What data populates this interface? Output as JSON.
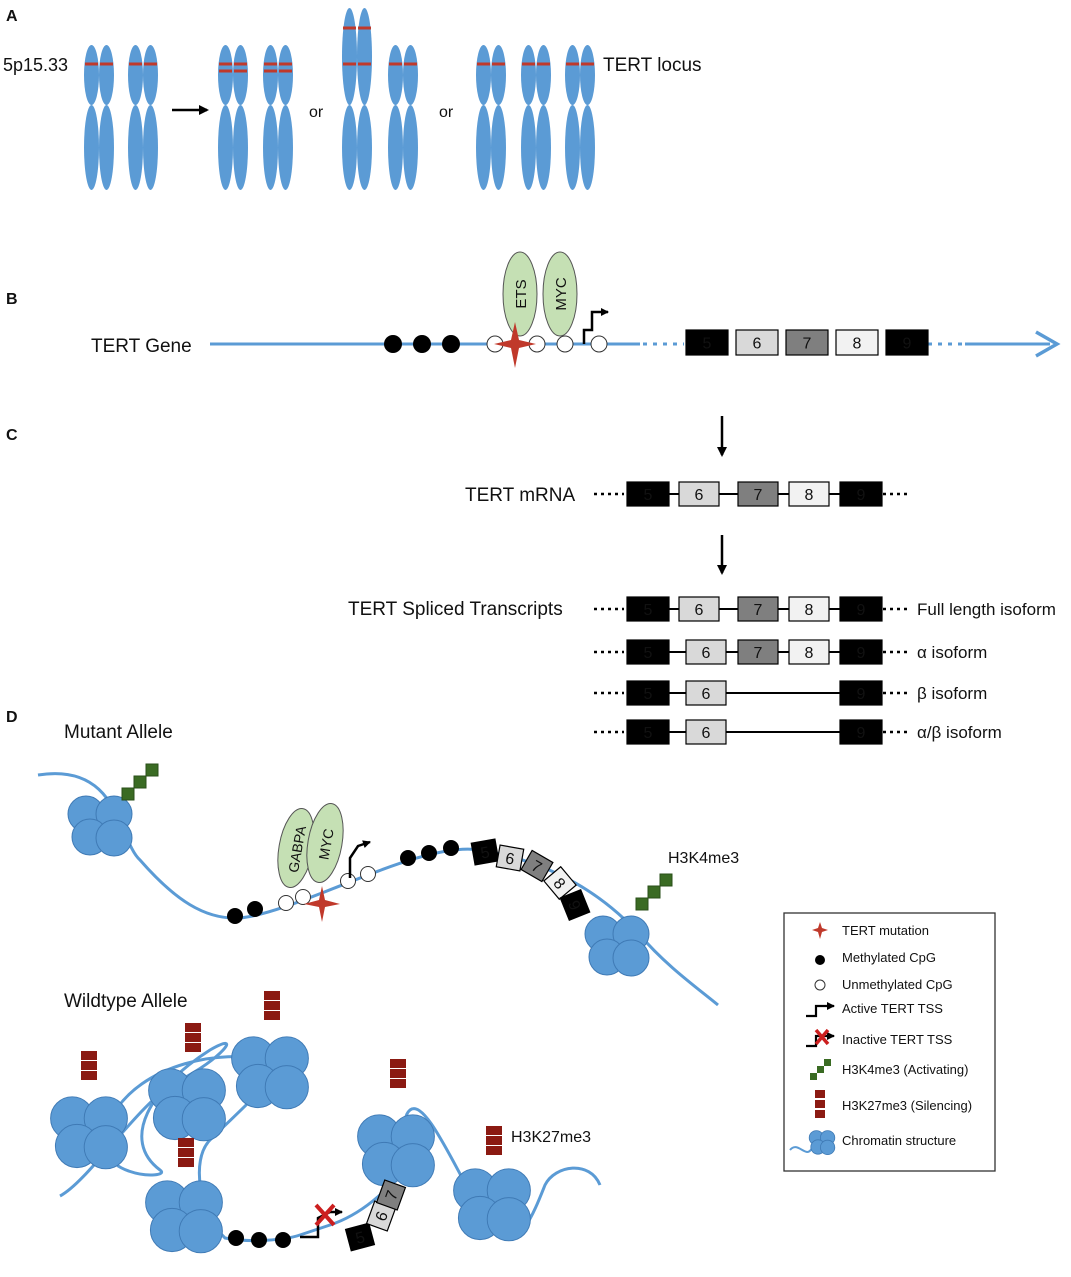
{
  "panels": {
    "a": "A",
    "b": "B",
    "c": "C",
    "d": "D"
  },
  "panel_a": {
    "band_label": "5p15.33",
    "or_1": "or",
    "or_2": "or",
    "locus_label": "TERT locus"
  },
  "panel_b": {
    "gene_label": "TERT Gene",
    "tf_1": "ETS",
    "tf_2": "MYC",
    "exons": [
      "5",
      "6",
      "7",
      "8",
      "9"
    ]
  },
  "panel_c": {
    "mrna_label": "TERT mRNA",
    "mrna_exons": [
      "5",
      "6",
      "7",
      "8",
      "9"
    ],
    "spliced_label": "TERT Spliced Transcripts",
    "isoforms": [
      {
        "name": "Full length  isoform",
        "exons": [
          "5",
          "6",
          "7",
          "8",
          "9"
        ]
      },
      {
        "name": "α isoform",
        "exons": [
          "5",
          "6",
          "7",
          "8",
          "9"
        ]
      },
      {
        "name": "β isoform",
        "exons": [
          "5",
          "6",
          "9"
        ]
      },
      {
        "name": "α/β isoform",
        "exons": [
          "5",
          "6",
          "9"
        ]
      }
    ]
  },
  "panel_d": {
    "mutant_label": "Mutant Allele",
    "wildtype_label": "Wildtype Allele",
    "tf_1": "GABPA",
    "tf_2": "MYC",
    "mutant_exons": [
      "5",
      "6",
      "7",
      "8",
      "9"
    ],
    "wildtype_exons": [
      "5",
      "6",
      "7"
    ],
    "h3k4_label": "H3K4me3",
    "h3k27_label": "H3K27me3"
  },
  "legend": {
    "mutation": "TERT mutation",
    "methylated": "Methylated  CpG",
    "unmethylated": "Unmethylated  CpG",
    "active_tss": "Active TERT TSS",
    "inactive_tss": "Inactive TERT TSS",
    "h3k4": "H3K4me3 (Activating)",
    "h3k27": "H3K27me3 (Silencing)",
    "chromatin": "Chromatin structure"
  },
  "colors": {
    "chromosome": "#5b9bd5",
    "band": "#c0392b",
    "dna": "#5b9bd5",
    "tf": "#c5e0b4",
    "mutation": "#c0392b",
    "activating_mark": "#3a6b23",
    "silencing_mark": "#8b1a12",
    "exon_5": "#000000",
    "exon_6": "#d9d9d9",
    "exon_7": "#7f7f7f",
    "exon_8": "#f2f2f2",
    "exon_9": "#000000"
  }
}
